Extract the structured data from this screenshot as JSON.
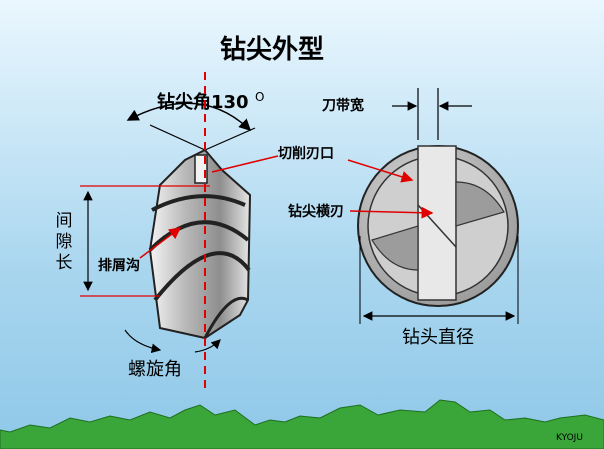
{
  "title": "钻尖外型",
  "labels": {
    "point_angle": "钻尖角130",
    "degree_mark": "O",
    "land_width": "刀带宽",
    "cutting_edge": "切削刃口",
    "chisel_edge": "钻尖横刃",
    "flute": "排屑沟",
    "clearance_length": [
      "间",
      "隙",
      "长"
    ],
    "helix_angle": "螺旋角",
    "drill_diameter": "钻头直径",
    "logo": "KYOJU"
  },
  "colors": {
    "arrow_red": "#e00000",
    "dash_red": "#e00000",
    "ground_green": "#2f9b2f"
  }
}
